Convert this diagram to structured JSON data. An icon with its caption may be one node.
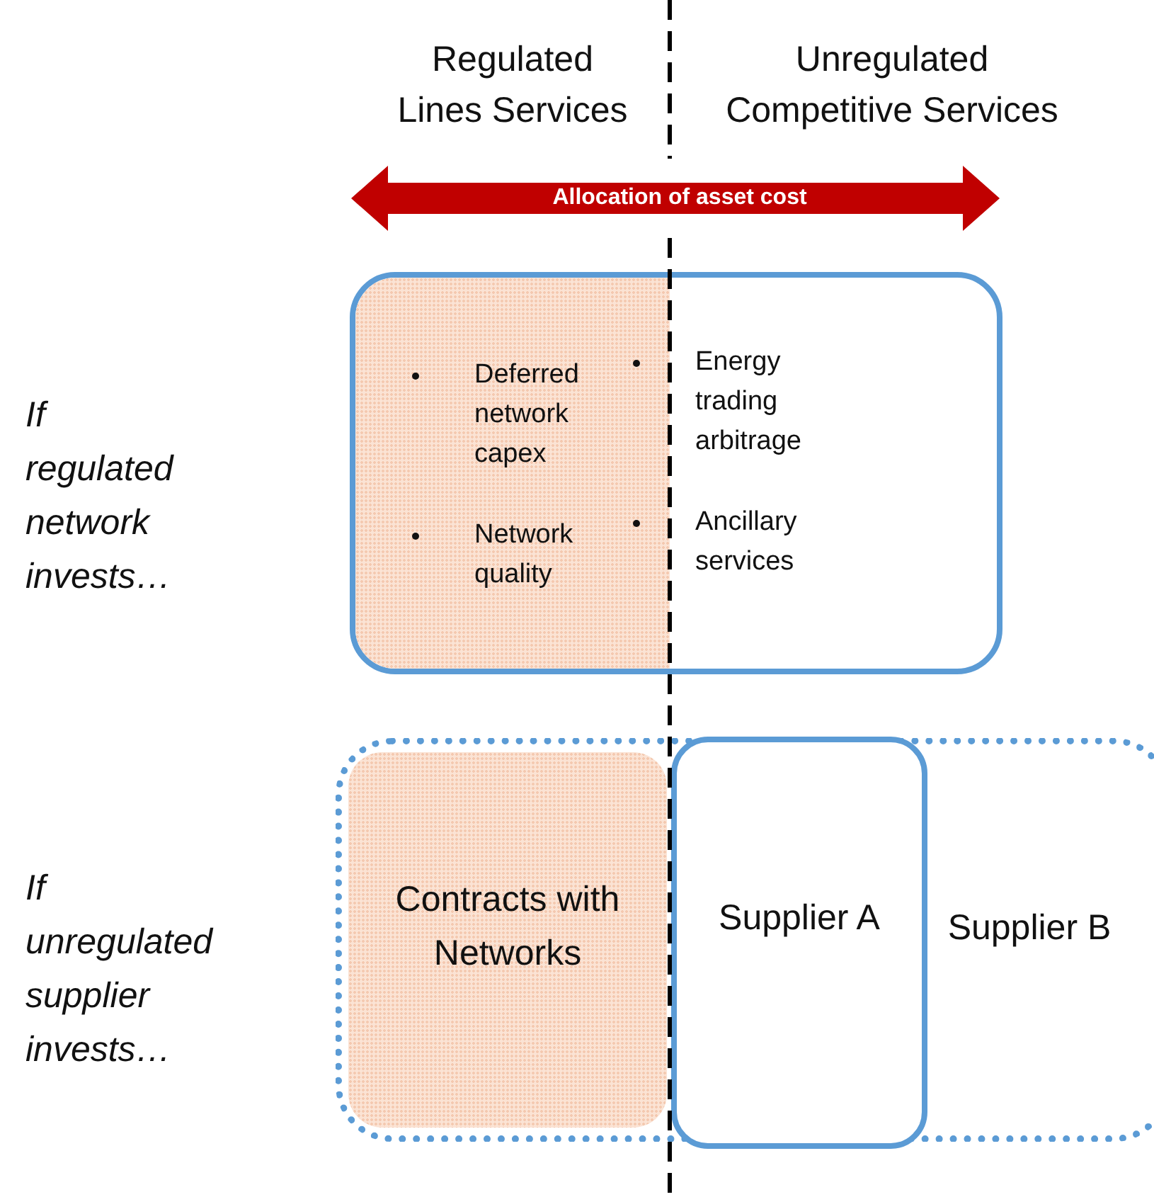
{
  "diagram": {
    "nodes": [
      {
        "text": [
          "Energy trading arbitrage",
          "Ancillary services"
        ]
      },
      {
        "text": [
          "Deferred network capex",
          "Network quality"
        ],
        "in": 0
      },
      {
        "text": [
          "Supplier B"
        ]
      },
      {
        "text": [
          "Contracts with Networks"
        ],
        "in": 2
      },
      {
        "text": [
          "Supplier A"
        ],
        "in": 2
      }
    ],
    "edges": [],
    "labels": [
      "Regulated Lines Services",
      "Unregulated Competitive Services",
      "Allocation of asset cost",
      "If regulated network invests…",
      "If unregulated supplier invests…"
    ]
  }
}
